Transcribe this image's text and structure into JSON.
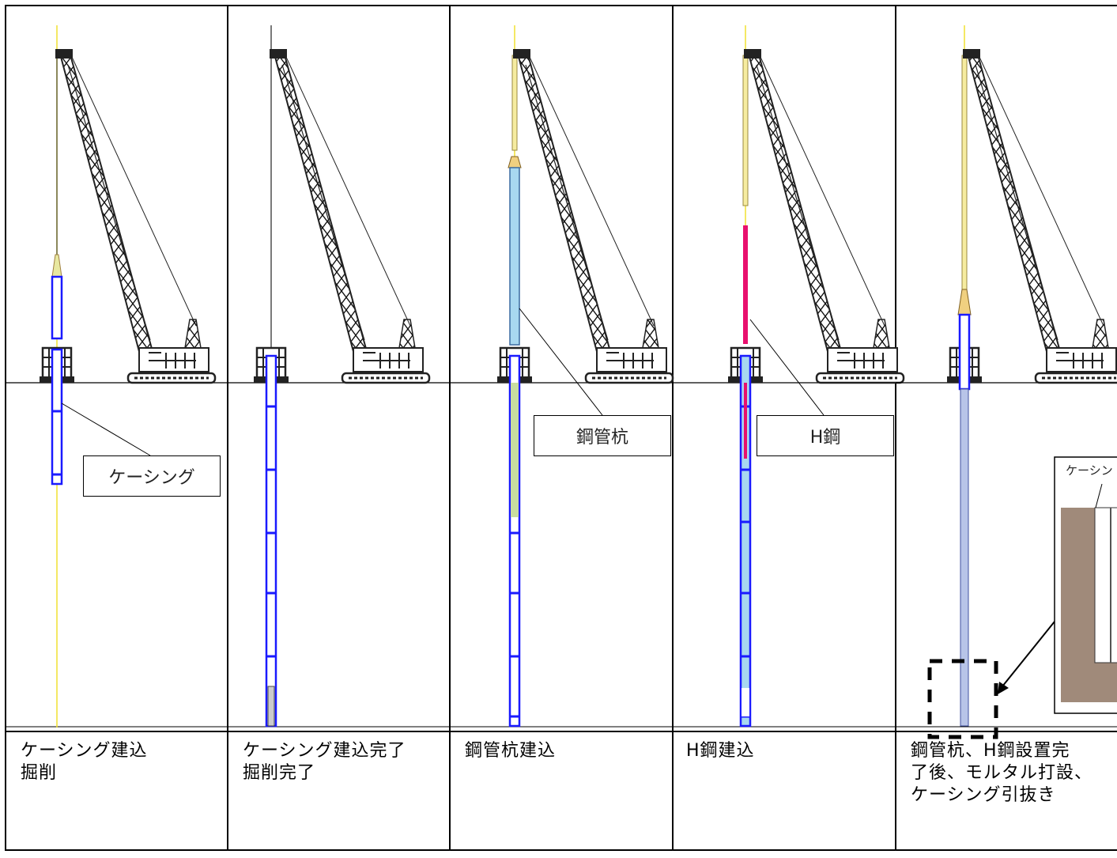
{
  "panels": [
    {
      "caption": "ケーシング建込\n掘削",
      "callout": "ケーシング"
    },
    {
      "caption": "ケーシング建込完了\n掘削完了"
    },
    {
      "caption": "鋼管杭建込",
      "callout": "鋼管杭"
    },
    {
      "caption": "H鋼建込",
      "callout": "H鋼"
    },
    {
      "caption": "鋼管杭、H鋼設置完\n了後、モルタル打設、\nケーシング引抜き",
      "inset_label": "ケーシン"
    }
  ],
  "colors": {
    "casing": "#1a1aff",
    "steel_pipe": "#a8d8f0",
    "h_beam": "#e8106e",
    "wire": "#f0e030",
    "soil": "#a08a7a",
    "crane": "#222222"
  }
}
